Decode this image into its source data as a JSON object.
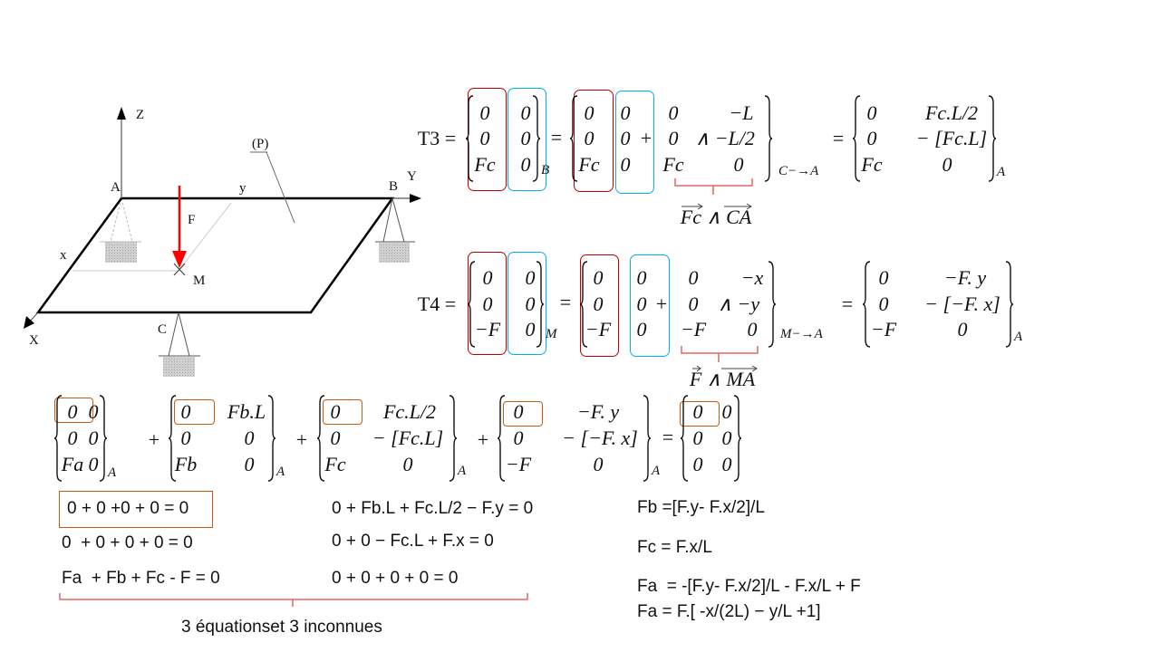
{
  "diagram": {
    "labels": {
      "z": "Z",
      "y_axis": "Y",
      "x_axis": "X",
      "a": "A",
      "b": "B",
      "c": "C",
      "m": "M",
      "f": "F",
      "x": "x",
      "y": "y",
      "p": "(P)"
    },
    "colors": {
      "force": "#ff0000",
      "support": "#c8c8c8"
    }
  },
  "t3": {
    "label": "T3 =",
    "m1": {
      "c1": [
        "0",
        "0",
        "Fc"
      ],
      "c2": [
        "0",
        "0",
        "0"
      ],
      "sub": "B"
    },
    "eq": "=",
    "m2": {
      "c1": [
        "0",
        "0",
        "Fc"
      ],
      "c2": [
        "0",
        "0",
        "0"
      ],
      "plus": "+",
      "c3": [
        "0",
        "0",
        "Fc"
      ],
      "c4": [
        "−L",
        "∧ −L/2",
        "0"
      ],
      "sub": "C−→A"
    },
    "eq2": "=",
    "m3": {
      "c1": [
        "0",
        "0",
        "Fc"
      ],
      "c2": [
        "Fc.L/2",
        "− [Fc.L]",
        "0"
      ],
      "sub": "A"
    },
    "note": "Fc ∧ CA"
  },
  "t4": {
    "label": "T4 =",
    "m1": {
      "c1": [
        "0",
        "0",
        "−F"
      ],
      "c2": [
        "0",
        "0",
        "0"
      ],
      "sub": "M"
    },
    "eq": "=",
    "m2": {
      "c1": [
        "0",
        "0",
        "−F"
      ],
      "c2": [
        "0",
        "0",
        "0"
      ],
      "plus": "+",
      "c3": [
        "0",
        "0",
        "−F"
      ],
      "c4": [
        "−x",
        "∧ −y",
        "0"
      ],
      "sub": "M−→A"
    },
    "eq2": "=",
    "m3": {
      "c1": [
        "0",
        "0",
        "−F"
      ],
      "c2": [
        "−F. y",
        "− [−F. x]",
        "0"
      ],
      "sub": "A"
    },
    "note": "F ∧ MA"
  },
  "sum": {
    "m1": {
      "c1": [
        "0",
        "0",
        "Fa"
      ],
      "c2": [
        "0",
        "0",
        "0"
      ],
      "sub": "A"
    },
    "m2": {
      "c1": [
        "0",
        "0",
        "Fb"
      ],
      "c2": [
        "Fb.L",
        "0",
        "0"
      ],
      "sub": "A"
    },
    "m3": {
      "c1": [
        "0",
        "0",
        "Fc"
      ],
      "c2": [
        "Fc.L/2",
        "− [Fc.L]",
        "0"
      ],
      "sub": "A"
    },
    "m4": {
      "c1": [
        "0",
        "0",
        "−F"
      ],
      "c2": [
        "−F. y",
        "− [−F. x]",
        "0"
      ],
      "sub": "A"
    },
    "m5": {
      "c1": [
        "0",
        "0",
        "0"
      ],
      "c2": [
        "0",
        "0",
        "0"
      ]
    },
    "plus": "+",
    "eq": "="
  },
  "equations": {
    "left": [
      "0 + 0 +0 + 0 = 0",
      "0  + 0 + 0 + 0 = 0",
      "Fa  + Fb + Fc - F = 0"
    ],
    "middle": [
      "0 + Fb.L + Fc.L/2 − F.y = 0",
      "0 + 0 − Fc.L + F.x = 0",
      "0 + 0 + 0 + 0 = 0"
    ],
    "summary": "3 équationset 3 inconnues",
    "solutions": [
      "Fb =[F.y- F.x/2]/L",
      "Fc = F.x/L",
      "Fa  = -[F.y- F.x/2]/L - F.x/L + F",
      "Fa = F.[ -x/(2L) − y/L +1]"
    ]
  },
  "colors": {
    "red_box": "#c00000",
    "blue_box": "#00b0f0",
    "orange_box": "#c55a11"
  }
}
